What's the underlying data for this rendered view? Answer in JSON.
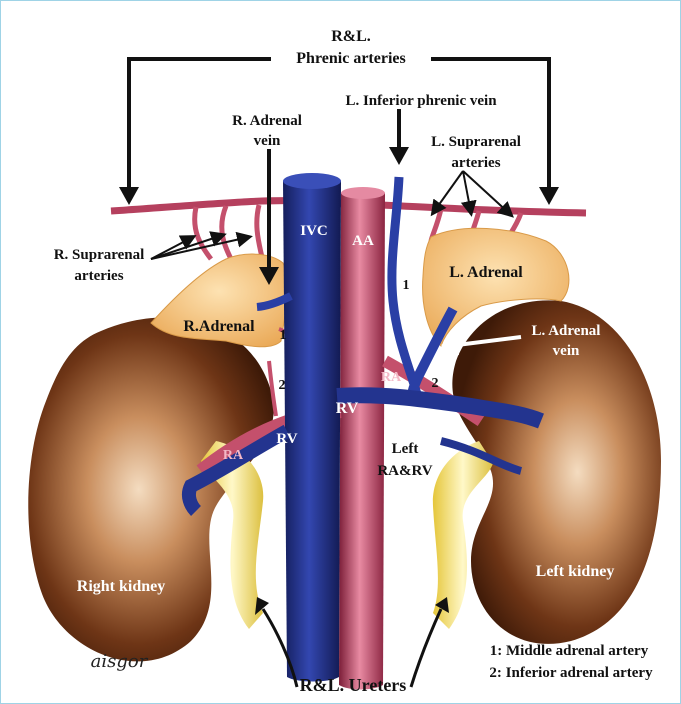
{
  "labels": {
    "phrenic_arteries_1": "R&L.",
    "phrenic_arteries_2": "Phrenic arteries",
    "l_inferior_phrenic_vein": "L. Inferior phrenic vein",
    "r_adrenal_vein_1": "R. Adrenal",
    "r_adrenal_vein_2": "vein",
    "l_suprarenal_1": "L. Suprarenal",
    "l_suprarenal_2": "arteries",
    "r_suprarenal_1": "R. Suprarenal",
    "r_suprarenal_2": "arteries",
    "ivc": "IVC",
    "aa": "AA",
    "l_adrenal": "L. Adrenal",
    "r_adrenal": "R.Adrenal",
    "l_adrenal_vein_1": "L. Adrenal",
    "l_adrenal_vein_2": "vein",
    "num1_right": "1",
    "num1_left": "1",
    "num2_right": "2",
    "num2_left": "2",
    "ra_left": "RA",
    "ra_right": "RA",
    "rv_center": "RV",
    "rv_right": "RV",
    "left_ra_rv_1": "Left",
    "left_ra_rv_2": "RA&RV",
    "right_kidney": "Right kidney",
    "left_kidney": "Left kidney",
    "ureters": "R&L. Ureters",
    "legend_1": "1: Middle adrenal artery",
    "legend_2": "2: Inferior adrenal artery",
    "signature": "aisgor"
  },
  "colors": {
    "border": "#9fd3e6",
    "kidney_dark": "#4a220e",
    "kidney_light": "#e8c8a8",
    "vein_blue": "#23348f",
    "artery_red": "#b5405e",
    "adrenal_orange": "#f2c07a",
    "ureter_yellow": "#f3e07a"
  }
}
